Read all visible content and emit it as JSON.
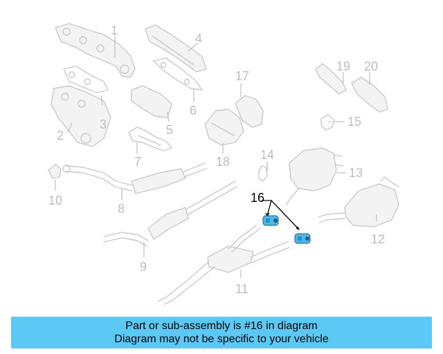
{
  "diagram": {
    "highlight_color": "#4bb8e8",
    "callouts": {
      "c1": "1",
      "c2": "2",
      "c3": "3",
      "c4": "4",
      "c5": "5",
      "c6": "6",
      "c7": "7",
      "c8": "8",
      "c9": "9",
      "c10": "10",
      "c11": "11",
      "c12": "12",
      "c13": "13",
      "c14": "14",
      "c15": "15",
      "c16": "16",
      "c17": "17",
      "c18": "18",
      "c19": "19",
      "c20": "20"
    }
  },
  "banner": {
    "line1": "Part or sub-assembly is #16 in diagram",
    "line2": "Diagram may not be specific to your vehicle",
    "background": "#5bc8f5"
  }
}
